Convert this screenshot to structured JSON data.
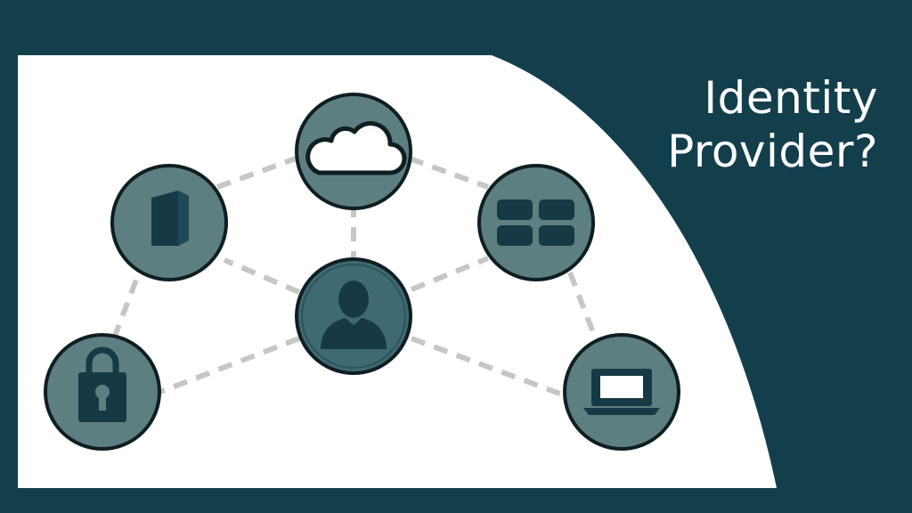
{
  "title": {
    "line1": "Identity",
    "line2": "Provider?"
  },
  "colors": {
    "background": "#133f4d",
    "panel": "#ffffff",
    "node_fill": "#5d7f80",
    "node_center_fill": "#3f6a72",
    "node_stroke": "#0f1e22",
    "icon": "#163a45",
    "connector": "#c5c7c7"
  },
  "diagram": {
    "center_node": {
      "icon": "user-icon"
    },
    "outer_nodes": [
      {
        "icon": "lock-icon"
      },
      {
        "icon": "server-icon"
      },
      {
        "icon": "cloud-icon"
      },
      {
        "icon": "grid-apps-icon"
      },
      {
        "icon": "laptop-icon"
      }
    ],
    "connector_style": "dashed"
  }
}
